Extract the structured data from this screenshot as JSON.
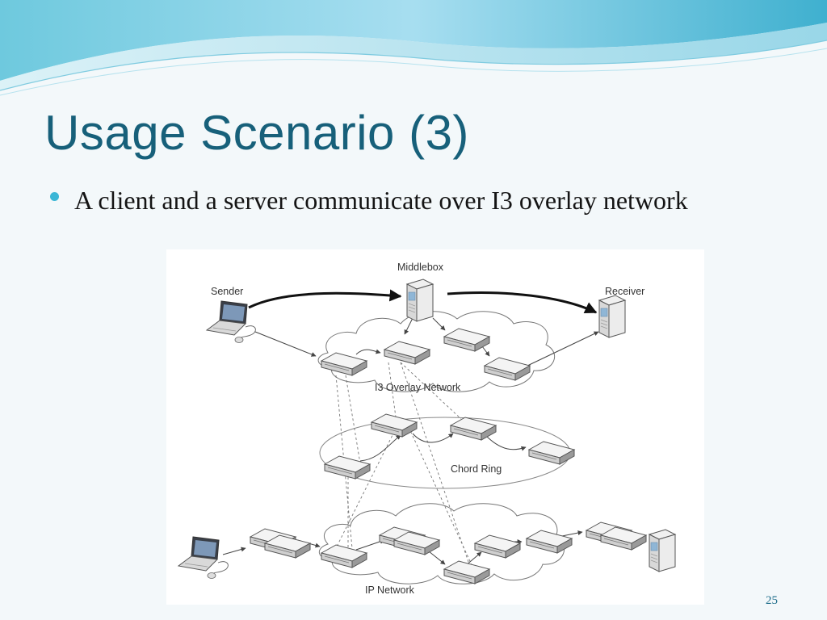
{
  "slide": {
    "title": "Usage Scenario (3)",
    "bullet": "A client and a server communicate over I3 overlay network",
    "page_number": "25"
  },
  "diagram": {
    "labels": {
      "sender": "Sender",
      "middlebox": "Middlebox",
      "receiver": "Receiver",
      "i3_overlay": "I3 Overlay Network",
      "chord_ring": "Chord Ring",
      "ip_network": "IP Network"
    },
    "icons": [
      "laptop-icon",
      "server-tower-icon",
      "router-icon",
      "cloud-icon",
      "chord-ring-ellipse"
    ]
  },
  "colors": {
    "title": "#17607a",
    "bullet": "#3bb6d6",
    "wave_light": "#bfe6ef",
    "wave_dark": "#4fb8d2"
  }
}
